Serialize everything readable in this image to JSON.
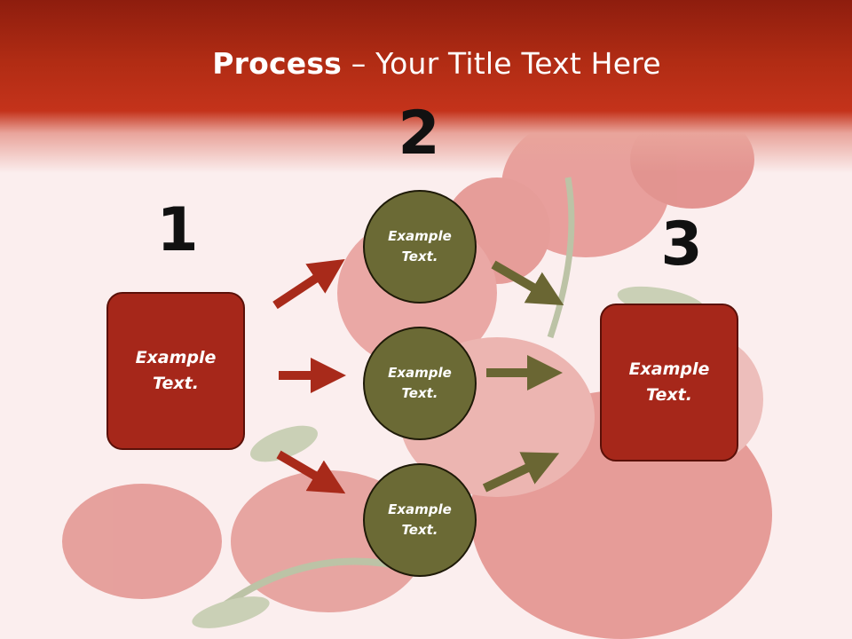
{
  "slide": {
    "title_bold": "Process",
    "title_rest": " – Your Title Text Here",
    "steps": [
      {
        "number": "1",
        "label": "Example\nText."
      },
      {
        "number": "2",
        "items": [
          "Example\nText.",
          "Example\nText.",
          "Example\nText."
        ]
      },
      {
        "number": "3",
        "label": "Example\nText."
      }
    ]
  },
  "colors": {
    "header": "#b12c14",
    "box_fill": "#a6271a",
    "circle_fill": "#6b6a35",
    "red_arrow": "#a82a1a",
    "olive_arrow": "#6a6633"
  }
}
